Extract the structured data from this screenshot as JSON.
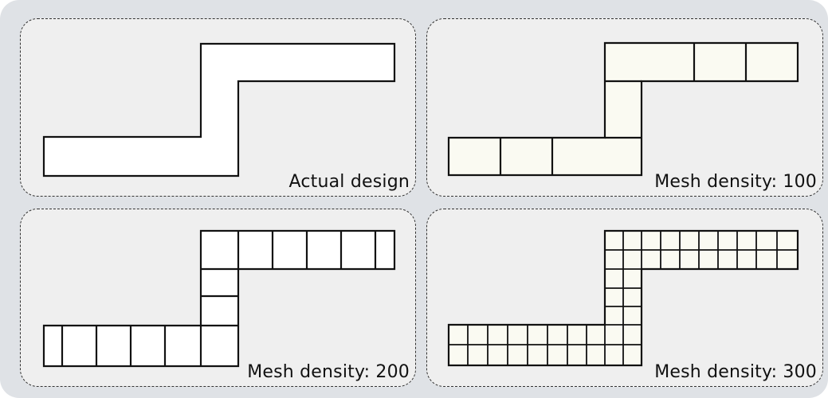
{
  "panels": [
    {
      "caption": "Actual design",
      "mesh": "none"
    },
    {
      "caption": "Mesh density: 100",
      "mesh": "coarse"
    },
    {
      "caption": "Mesh density: 200",
      "mesh": "medium"
    },
    {
      "caption": "Mesh density: 300",
      "mesh": "fine"
    }
  ],
  "colors": {
    "frame": "#dfe2e6",
    "panel": "#efefef",
    "shape_plain": "#ffffff",
    "shape_mesh": "#fafaf2",
    "stroke": "#111111"
  }
}
